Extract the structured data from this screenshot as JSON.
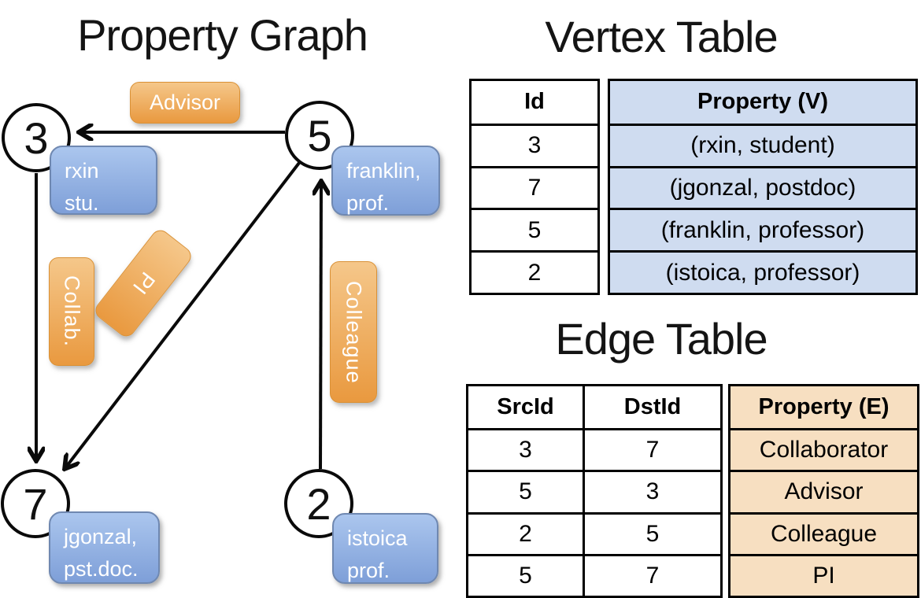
{
  "graph": {
    "title": "Property Graph",
    "nodes": [
      {
        "id": "3",
        "property": [
          "rxin",
          "stu."
        ]
      },
      {
        "id": "5",
        "property": [
          "franklin,",
          "prof."
        ]
      },
      {
        "id": "7",
        "property": [
          "jgonzal,",
          "pst.doc."
        ]
      },
      {
        "id": "2",
        "property": [
          "istoica",
          "prof."
        ]
      }
    ],
    "edges": [
      {
        "src": "5",
        "dst": "3",
        "label": "Advisor"
      },
      {
        "src": "3",
        "dst": "7",
        "label": "Collab."
      },
      {
        "src": "5",
        "dst": "7",
        "label": "PI"
      },
      {
        "src": "2",
        "dst": "5",
        "label": "Colleague"
      }
    ]
  },
  "vertex_table": {
    "title": "Vertex Table",
    "columns": [
      "Id",
      "Property (V)"
    ],
    "rows": [
      [
        "3",
        "(rxin, student)"
      ],
      [
        "7",
        "(jgonzal, postdoc)"
      ],
      [
        "5",
        "(franklin, professor)"
      ],
      [
        "2",
        "(istoica, professor)"
      ]
    ]
  },
  "edge_table": {
    "title": "Edge Table",
    "columns": [
      "SrcId",
      "DstId",
      "Property (E)"
    ],
    "rows": [
      [
        "3",
        "7",
        "Collaborator"
      ],
      [
        "5",
        "3",
        "Advisor"
      ],
      [
        "2",
        "5",
        "Colleague"
      ],
      [
        "5",
        "7",
        "PI"
      ]
    ]
  },
  "colors": {
    "vertex_box_top": "#abc6ee",
    "vertex_box_bottom": "#7e9fd8",
    "edge_box_top": "#f5c78a",
    "edge_box_bottom": "#e9993f",
    "vertex_table_fill": "#cfdcf0",
    "edge_table_fill": "#f7dfc1",
    "line": "#000000"
  }
}
